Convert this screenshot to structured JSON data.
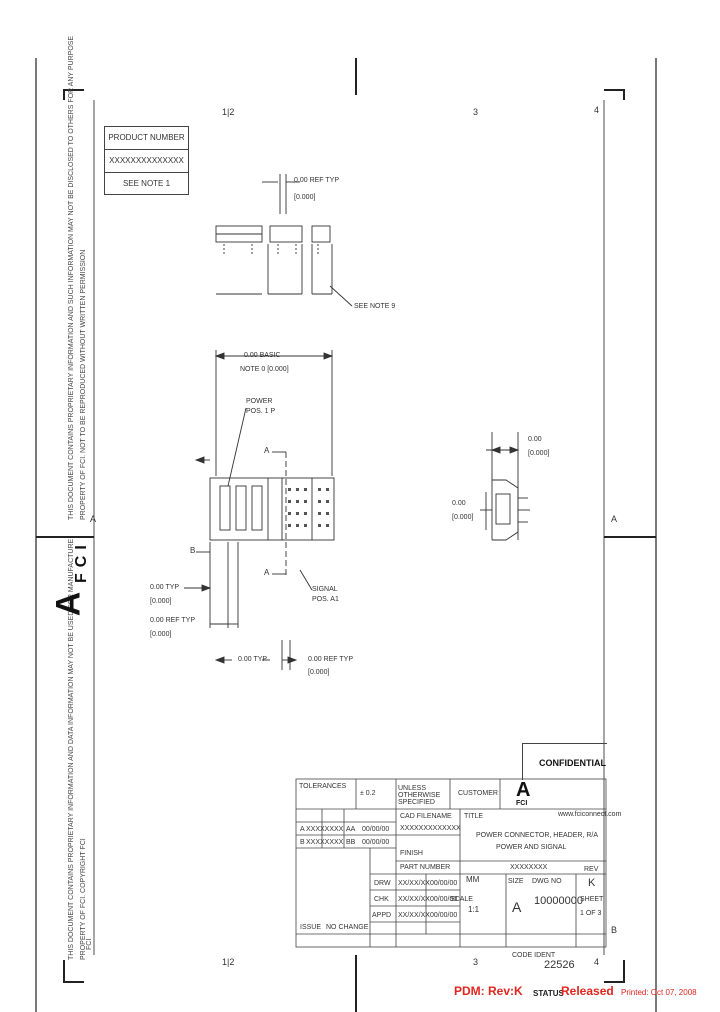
{
  "zones": {
    "top": [
      "1|2",
      "3",
      "4"
    ],
    "bottom": [
      "1|2",
      "3",
      "4"
    ],
    "side_left": "A",
    "side_right": "A",
    "side_bottom_right": "B"
  },
  "product_box": {
    "rows": [
      "PRODUCT NUMBER",
      "XXXXXXXXXXXXXX",
      "SEE NOTE 1"
    ]
  },
  "left_margin": {
    "notice_top": "THIS DOCUMENT CONTAINS PROPRIETARY INFORMATION AND SUCH INFORMATION MAY NOT BE DISCLOSED TO OTHERS FOR ANY PURPOSE",
    "notice_top_2": "PROPERTY OF FCI. NOT TO BE REPRODUCED WITHOUT WRITTEN PERMISSION",
    "logo_letter": "A",
    "logo_text": "FCI",
    "notice_bottom": "THIS DOCUMENT CONTAINS PROPRIETARY INFORMATION AND DATA INFORMATION MAY NOT BE USED FOR MANUFACTURE",
    "notice_bottom_2": "PROPERTY OF FCI. COPYRIGHT FCI",
    "copyright_mark": "FCI"
  },
  "drawing": {
    "dim_pitch_top": "0.00 REF TYP",
    "dim_pitch_top_2": "[0.000]",
    "see_note": "SEE NOTE 9",
    "dim_overall": "0.00 BASIC",
    "dim_overall_2": "NOTE 0 [0.000]",
    "power_label": "POWER",
    "power_label_2": "POS. 1 P",
    "signal_label": "SIGNAL",
    "signal_label_2": "POS. A1",
    "section_a": "A",
    "section_a2": "A",
    "section_b": "B",
    "dim_left_1": "0.00 TYP",
    "dim_left_1b": "[0.000]",
    "dim_left_2": "0.00 REF TYP",
    "dim_left_2b": "[0.000]",
    "dim_bottom_1": "0.00 TYP",
    "dim_bottom_2": "0.00 REF TYP",
    "dim_bottom_2b": "[0.000]",
    "side_dim_top": "0.00",
    "side_dim_top_2": "[0.000]",
    "side_dim_left": "0.00",
    "side_dim_left_2": "[0.000]"
  },
  "title_block": {
    "confidential": "CONFIDENTIAL",
    "tol_header": "TOLERANCES",
    "tol_values": "± 0.2",
    "unless_noted": "UNLESS OTHERWISE SPECIFIED",
    "customer": "CUSTOMER",
    "logo_letter": "A",
    "logo_text": "FCI",
    "website": "www.fciconnect.com",
    "cad_label": "CAD FILENAME",
    "cad_file": "XXXXXXXXXXXXX",
    "title_label": "TITLE",
    "title_line1": "POWER CONNECTOR, HEADER, R/A",
    "title_line2": "POWER AND SIGNAL",
    "rev_rows": [
      [
        "A",
        "XXXXXXXX",
        "AA",
        "00/00/00"
      ],
      [
        "B",
        "XXXXXXXX",
        "BB",
        "00/00/00"
      ]
    ],
    "approvals": [
      [
        "DRW",
        "XX/XX/XX",
        "00/00/00"
      ],
      [
        "CHK",
        "XX/XX/XX",
        "00/00/00"
      ],
      [
        "APPD",
        "XX/XX/XX",
        "00/00/00"
      ]
    ],
    "scale_label": "SCALE",
    "scale_value": "1:1",
    "size_label": "SIZE",
    "size_value": "A",
    "doc_label": "DWG NO",
    "doc_value": "10000000",
    "sheet_label": "SHEET",
    "sheet_value": "1 OF 3",
    "rev_label": "REV",
    "rev_value": "K",
    "mm_label": "MM",
    "code_label": "CODE IDENT",
    "code_value": "22526",
    "material": "FINISH",
    "part_label": "PART NUMBER",
    "part_value": "XXXXXXXX",
    "footer_left": "ISSUE",
    "footer_mid": "NO CHANGE"
  },
  "footer": {
    "pdm": "PDM: Rev:K",
    "status_label": "STATUS",
    "status_value": "Released",
    "printed": "Printed: Oct 07, 2008"
  }
}
